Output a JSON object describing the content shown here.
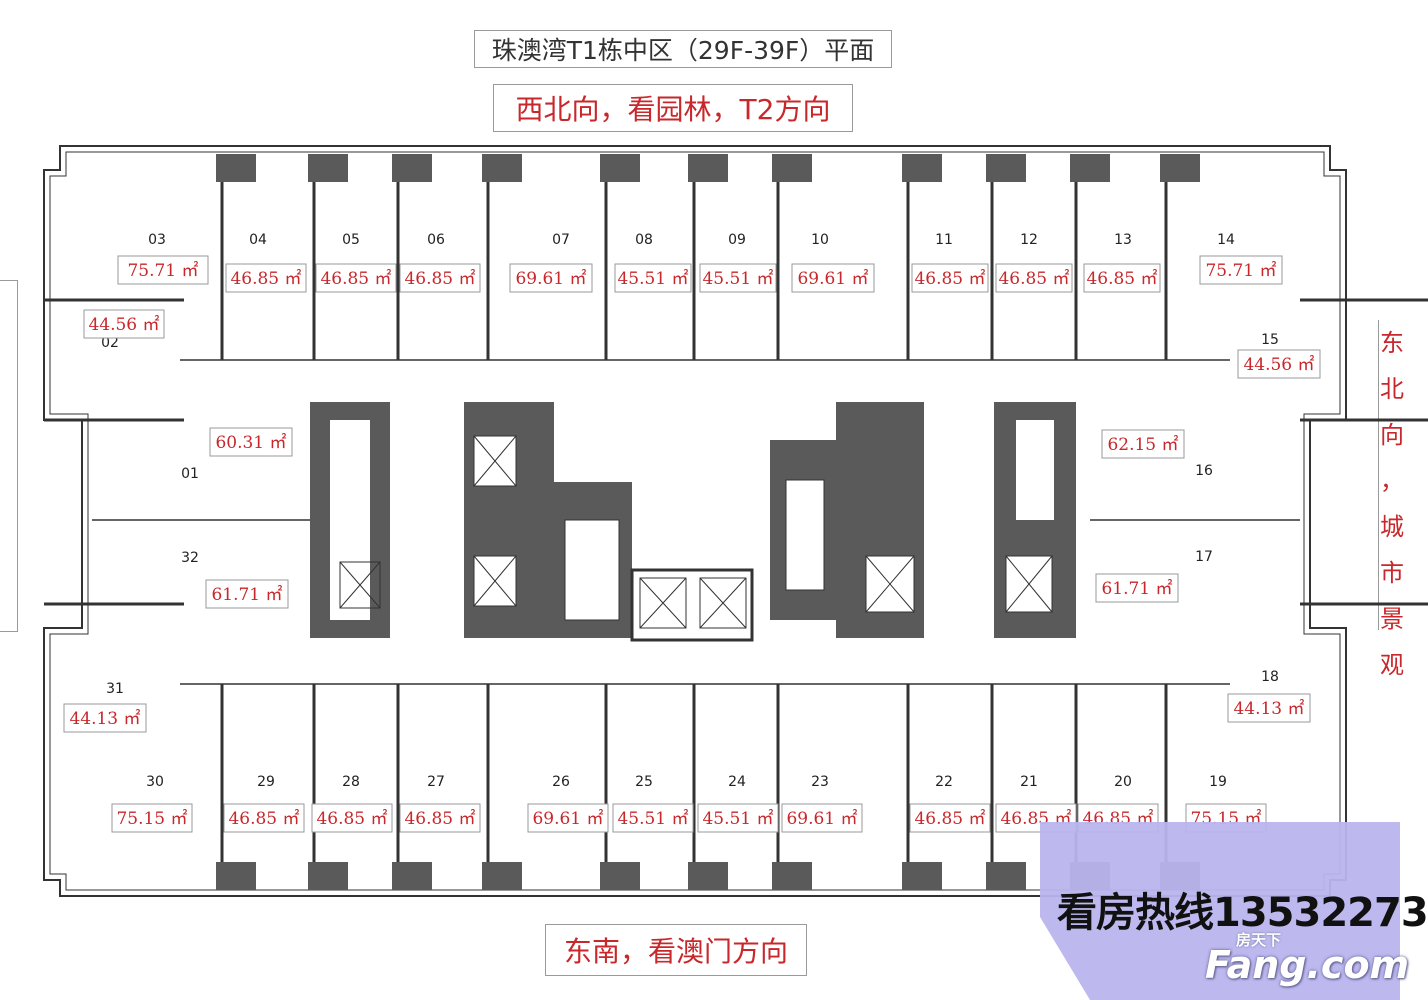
{
  "title": "珠澳湾T1栋中区（29F-39F）平面",
  "north_label": "西北向，看园林，T2方向",
  "south_label": "东南，看澳门方向",
  "east_label": [
    "东",
    "北",
    "向",
    "，",
    "城",
    "市",
    "景",
    "观"
  ],
  "hotline": "看房热线13532273",
  "watermark": {
    "small": "房天下",
    "big": "Fang.com"
  },
  "units": {
    "top": [
      {
        "no": "03",
        "area": "75.71 ㎡"
      },
      {
        "no": "04",
        "area": "46.85 ㎡"
      },
      {
        "no": "05",
        "area": "46.85 ㎡"
      },
      {
        "no": "06",
        "area": "46.85 ㎡"
      },
      {
        "no": "07",
        "area": "69.61 ㎡"
      },
      {
        "no": "08",
        "area": "45.51 ㎡"
      },
      {
        "no": "09",
        "area": "45.51 ㎡"
      },
      {
        "no": "10",
        "area": "69.61 ㎡"
      },
      {
        "no": "11",
        "area": "46.85 ㎡"
      },
      {
        "no": "12",
        "area": "46.85 ㎡"
      },
      {
        "no": "13",
        "area": "46.85 ㎡"
      },
      {
        "no": "14",
        "area": "75.71 ㎡"
      }
    ],
    "bottom": [
      {
        "no": "30",
        "area": "75.15 ㎡"
      },
      {
        "no": "29",
        "area": "46.85 ㎡"
      },
      {
        "no": "28",
        "area": "46.85 ㎡"
      },
      {
        "no": "27",
        "area": "46.85 ㎡"
      },
      {
        "no": "26",
        "area": "69.61 ㎡"
      },
      {
        "no": "25",
        "area": "45.51 ㎡"
      },
      {
        "no": "24",
        "area": "45.51 ㎡"
      },
      {
        "no": "23",
        "area": "69.61 ㎡"
      },
      {
        "no": "22",
        "area": "46.85 ㎡"
      },
      {
        "no": "21",
        "area": "46.85 ㎡"
      },
      {
        "no": "20",
        "area": "46.85 ㎡"
      },
      {
        "no": "19",
        "area": "75.15 ㎡"
      }
    ],
    "sides": [
      {
        "no": "02",
        "area": "44.56 ㎡"
      },
      {
        "no": "01",
        "area": "60.31 ㎡"
      },
      {
        "no": "32",
        "area": "61.71 ㎡"
      },
      {
        "no": "31",
        "area": "44.13 ㎡"
      },
      {
        "no": "15",
        "area": "44.56 ㎡"
      },
      {
        "no": "16",
        "area": "62.15 ㎡"
      },
      {
        "no": "17",
        "area": "61.71 ㎡"
      },
      {
        "no": "18",
        "area": "44.13 ㎡"
      }
    ]
  }
}
